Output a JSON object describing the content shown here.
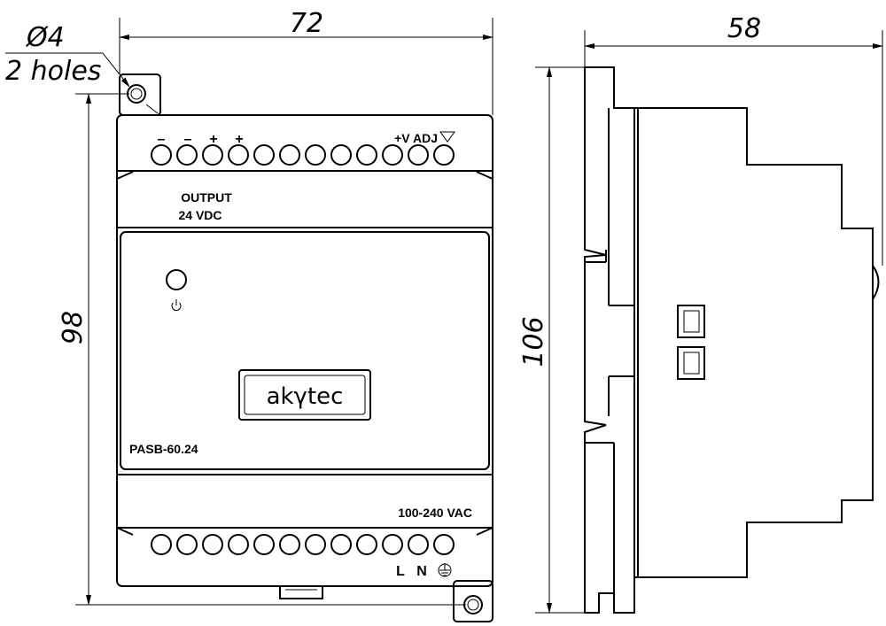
{
  "dimensions": {
    "hole_dia": "Ø4",
    "hole_count": "2 holes",
    "width": "72",
    "depth": "58",
    "height_front": "98",
    "height_side": "106"
  },
  "device": {
    "top_terminal_labels": [
      "–",
      "–",
      "+",
      "+"
    ],
    "adj_label": "+V ADJ",
    "output_line1": "OUTPUT",
    "output_line2": "24 VDC",
    "logo": "akγtec",
    "model": "PASB-60.24",
    "input_voltage": "100-240 VAC",
    "line_label": "L",
    "neutral_label": "N"
  },
  "icons": {
    "power": "power-icon",
    "ground": "ground-icon",
    "adjust": "triangle-down-icon"
  }
}
